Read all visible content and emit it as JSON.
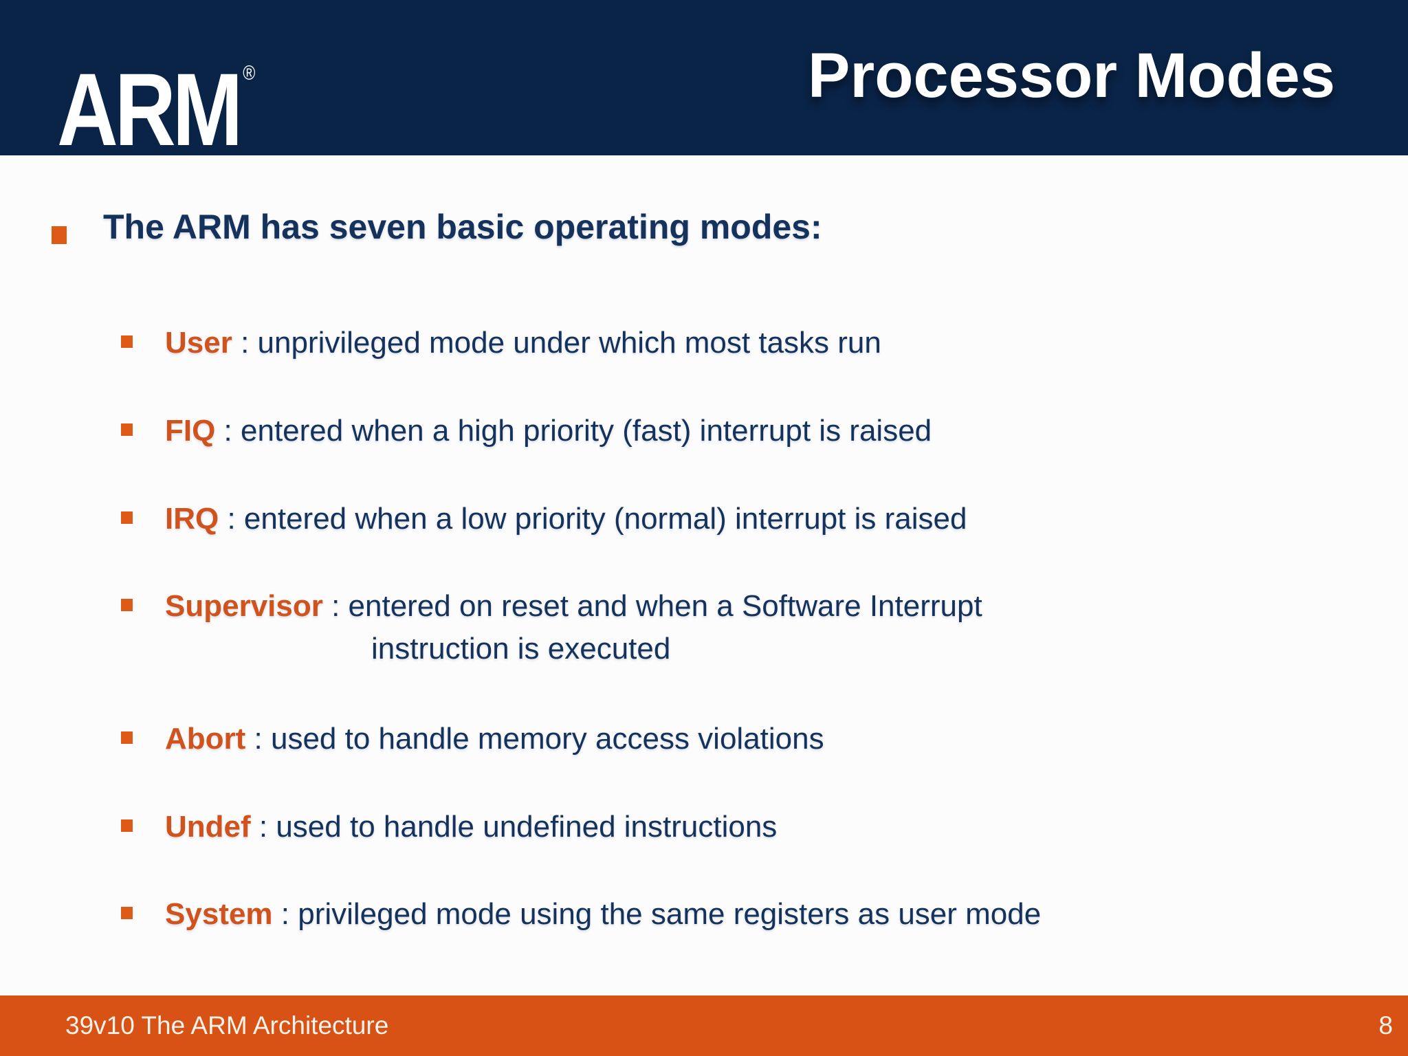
{
  "slide": {
    "logo": {
      "text": "ARM",
      "registered": "®"
    },
    "title": "Processor Modes",
    "heading": "The ARM has seven basic operating modes:",
    "modes": [
      {
        "name": "User",
        "desc": " : unprivileged mode under which most tasks run"
      },
      {
        "name": "FIQ",
        "desc": " : entered when a high priority (fast) interrupt is raised"
      },
      {
        "name": "IRQ",
        "desc": " : entered when a low priority (normal) interrupt is raised"
      },
      {
        "name": "Supervisor",
        "desc": " : entered on reset and when a Software Interrupt",
        "desc2": "instruction is executed"
      },
      {
        "name": "Abort",
        "desc": " : used to handle memory access violations"
      },
      {
        "name": "Undef",
        "desc": " : used to handle undefined instructions"
      },
      {
        "name": "System",
        "desc": " : privileged mode using the same registers as user mode"
      }
    ],
    "footer": {
      "left": "39v10 The ARM Architecture",
      "page": "8"
    },
    "colors": {
      "header_bg": "#0a2448",
      "body_bg": "#fcfcfc",
      "text_navy": "#15325c",
      "accent_orange": "#d0521d",
      "bullet_orange": "#dd5a17",
      "footer_bg": "#d85115",
      "footer_text": "#f7f3ea"
    }
  }
}
